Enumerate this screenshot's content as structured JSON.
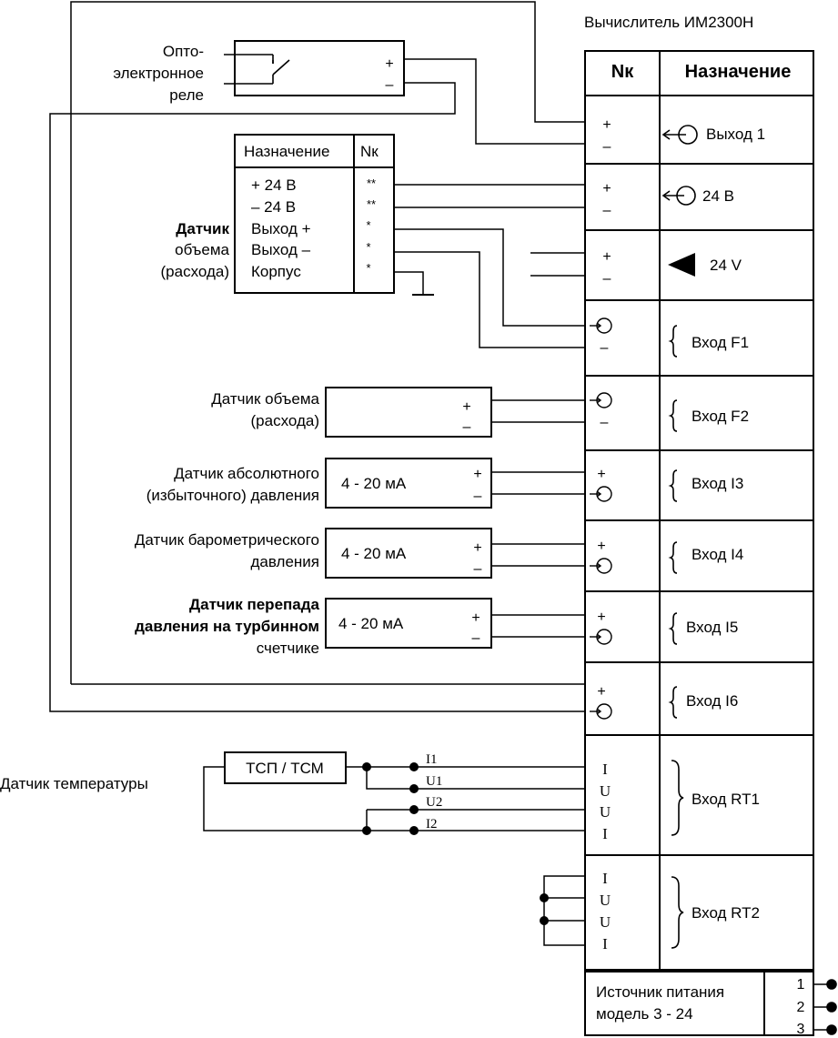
{
  "device": {
    "title": "Вычислитель ИМ2300Н",
    "header_nk": "Nк",
    "header_purpose": "Назначение"
  },
  "terminal_rows": [
    {
      "pins": [
        "+",
        "–"
      ],
      "purpose": "Выход 1",
      "icon": "output-arrow-icon"
    },
    {
      "pins": [
        "+",
        "–"
      ],
      "purpose": "24 В",
      "icon": "output-arrow-icon"
    },
    {
      "pins": [
        "+",
        "–"
      ],
      "purpose": "24 V",
      "icon": "triangle-left-icon"
    },
    {
      "pins": [
        "circle-arrow",
        "–"
      ],
      "purpose": "Вход F1",
      "icon": "brace-icon"
    },
    {
      "pins": [
        "circle-arrow",
        "–"
      ],
      "purpose": "Вход F2",
      "icon": "brace-icon"
    },
    {
      "pins": [
        "+",
        "circle-arrow"
      ],
      "purpose": "Вход I3",
      "icon": "brace-icon"
    },
    {
      "pins": [
        "+",
        "circle-arrow"
      ],
      "purpose": "Вход I4",
      "icon": "brace-icon"
    },
    {
      "pins": [
        "+",
        "circle-arrow"
      ],
      "purpose": "Вход I5",
      "icon": "brace-icon"
    },
    {
      "pins": [
        "+",
        "circle-arrow"
      ],
      "purpose": "Вход I6",
      "icon": "brace-icon"
    },
    {
      "pins": [
        "I",
        "U",
        "U",
        "I"
      ],
      "purpose": "Вход RT1",
      "icon": "brace-icon"
    },
    {
      "pins": [
        "I",
        "U",
        "U",
        "I"
      ],
      "purpose": "Вход RT2",
      "icon": "brace-icon"
    }
  ],
  "power_supply": {
    "label_line1": "Источник питания",
    "label_line2": "модель 3 - 24",
    "pins": [
      "1",
      "2",
      "3"
    ]
  },
  "opto_relay": {
    "label_lines": [
      "Опто-",
      "электронное",
      "реле"
    ],
    "plus": "+",
    "minus": "–"
  },
  "volume_sensor_1": {
    "label_lines": [
      "Датчик",
      "объема",
      "(расхода)"
    ],
    "table_header_purpose": "Назначение",
    "table_header_nk": "Nк",
    "rows": [
      {
        "purpose": "+ 24 В",
        "nk": "**"
      },
      {
        "purpose": "– 24 В",
        "nk": "**"
      },
      {
        "purpose": "Выход +",
        "nk": "*"
      },
      {
        "purpose": "Выход –",
        "nk": "*"
      },
      {
        "purpose": "Корпус",
        "nk": "*"
      }
    ]
  },
  "volume_sensor_2": {
    "label_lines": [
      "Датчик объема",
      "(расхода)"
    ],
    "plus": "+",
    "minus": "–"
  },
  "abs_pressure_sensor": {
    "label_lines": [
      "Датчик  абсолютного",
      "(избыточного) давления"
    ],
    "range": "4 - 20 мА",
    "plus": "+",
    "minus": "–"
  },
  "baro_pressure_sensor": {
    "label_lines": [
      "Датчик барометрического",
      "давления"
    ],
    "range": "4 - 20 мА",
    "plus": "+",
    "minus": "–"
  },
  "diff_pressure_sensor": {
    "label_lines": [
      "Датчик перепада",
      "давления на турбинном",
      "счетчике"
    ],
    "range": "4 - 20 мА",
    "plus": "+",
    "minus": "–"
  },
  "temperature_sensor": {
    "label": "Датчик температуры",
    "element": "ТСП / ТСМ",
    "wire_labels": [
      "I1",
      "U1",
      "U2",
      "I2"
    ]
  }
}
